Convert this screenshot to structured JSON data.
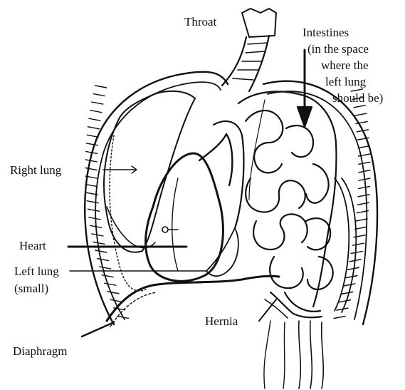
{
  "labels": {
    "throat": "Throat",
    "intestines": [
      "Intestines",
      "(in the space",
      "where the",
      "left lung",
      "should be)"
    ],
    "right_lung": "Right lung",
    "heart": "Heart",
    "left_lung": [
      "Left lung",
      "(small)"
    ],
    "hernia": "Hernia",
    "diaphragm": "Diaphragm"
  },
  "colors": {
    "ink": "#111111",
    "paper": "#ffffff"
  }
}
